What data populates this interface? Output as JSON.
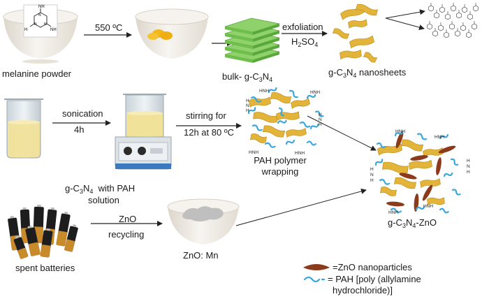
{
  "colors": {
    "bowl": "#f2efe9",
    "bowl_shadow": "#d8d2c8",
    "gcn_sheet": "#e3b43a",
    "gcn_bulk": "#8fd16a",
    "pah": "#3aa6dc",
    "zno": "#8b3a1c",
    "solution": "#f1e29a",
    "arrow": "#222222"
  },
  "labels": {
    "melamine": "melanine powder",
    "temp": "550 ºC",
    "bulk_prefix": "bulk- g-C",
    "exfoliation": "exfoliation",
    "acid_h": "H",
    "acid_so": "SO",
    "nanosheets_suffix": "nanosheets",
    "sonication": "sonication",
    "sonication_time": "4h",
    "stirring_1": "stirring for",
    "stirring_2": "12h at 80 ºC",
    "pah_wrap_1": "PAH polymer",
    "pah_wrap_2": "wrapping",
    "gcn_pah_suffix": "with PAH",
    "gcn_pah_2": "solution",
    "zno_1": "ZnO",
    "zno_2": "recycling",
    "zno_mn": "ZnO: Mn",
    "batteries": "spent batteries",
    "product_suffix": "-ZnO",
    "legend_zno": "=ZnO  nanoparticles",
    "legend_pah_1": "= PAH [poly (allylamine",
    "legend_pah_2": "hydrochloride)]"
  },
  "formula": {
    "g": "g-C",
    "sub3": "3",
    "n": "N",
    "sub4": "4",
    "sub2": "2"
  },
  "molecule": {
    "nh2": "NH",
    "h2n": "H",
    "n": "N"
  },
  "pah_tag": "HNH",
  "pah_vert": [
    "H",
    "N",
    "H"
  ]
}
